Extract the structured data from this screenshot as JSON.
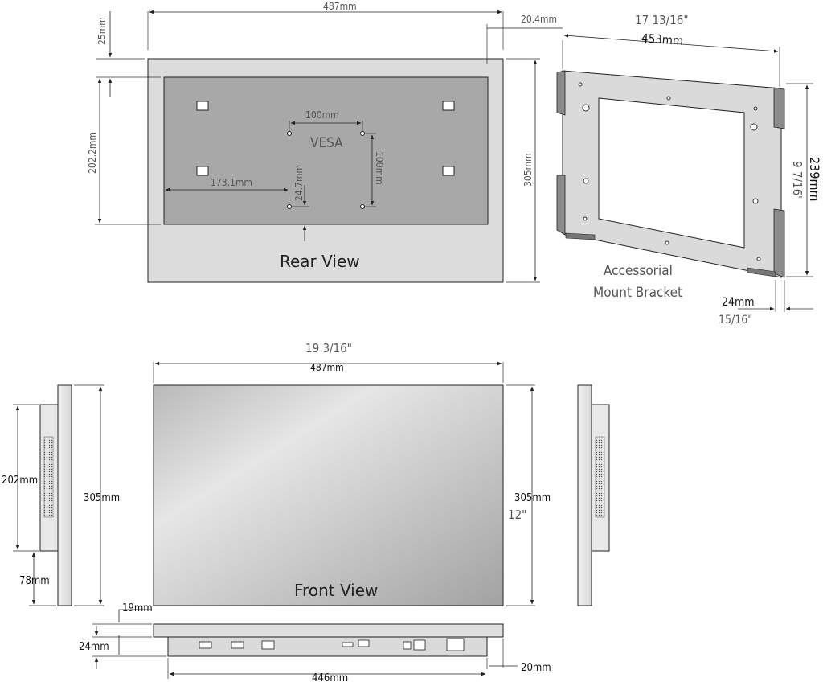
{
  "rear": {
    "title": "Rear View",
    "vesa": "VESA",
    "dim_width": "487mm",
    "dim_top_offset": "25mm",
    "dim_side_offset": "20.4mm",
    "dim_plate_height": "202.2mm",
    "dim_height": "305mm",
    "dim_vesa_h": "100mm",
    "dim_vesa_v": "100mm",
    "dim_left_offset": "173.1mm",
    "dim_hole_offset": "24.7mm"
  },
  "bracket": {
    "title_line1": "Accessorial",
    "title_line2": "Mount Bracket",
    "width_in": "17 13/16\"",
    "width_mm": "453mm",
    "height_mm": "239mm",
    "height_in": "9 7/16\"",
    "depth_mm": "24mm",
    "depth_in": "15/16\""
  },
  "front": {
    "title": "Front View",
    "width_in": "19 3/16\"",
    "width_mm": "487mm",
    "height_mm": "305mm",
    "height_in": "12\""
  },
  "left_side": {
    "dim_speaker": "202mm",
    "dim_height": "305mm",
    "dim_bottom": "78mm"
  },
  "bottom": {
    "dim_19": "19mm",
    "dim_24": "24mm",
    "dim_446": "446mm",
    "dim_20": "20mm"
  }
}
